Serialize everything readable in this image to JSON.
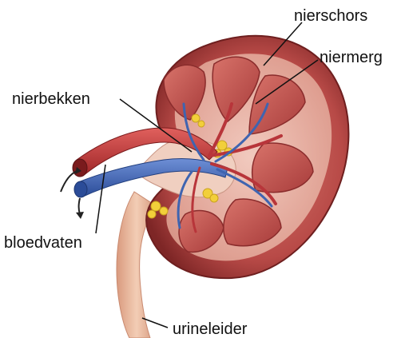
{
  "labels": {
    "cortex": "nierschors",
    "medulla": "niermerg",
    "pelvis": "nierbekken",
    "vessels": "bloedvaten",
    "ureter": "urineleider"
  },
  "colors": {
    "cortex": "#b84a47",
    "cortex_dark": "#8e2e2e",
    "cortex_inner": "#e8b7a8",
    "pyramid": "#c55a55",
    "artery": "#c0383a",
    "vein": "#3f64b0",
    "pelvis": "#f0cfc0",
    "fat": "#f2cf3a",
    "ureter": "#e9b89c"
  }
}
